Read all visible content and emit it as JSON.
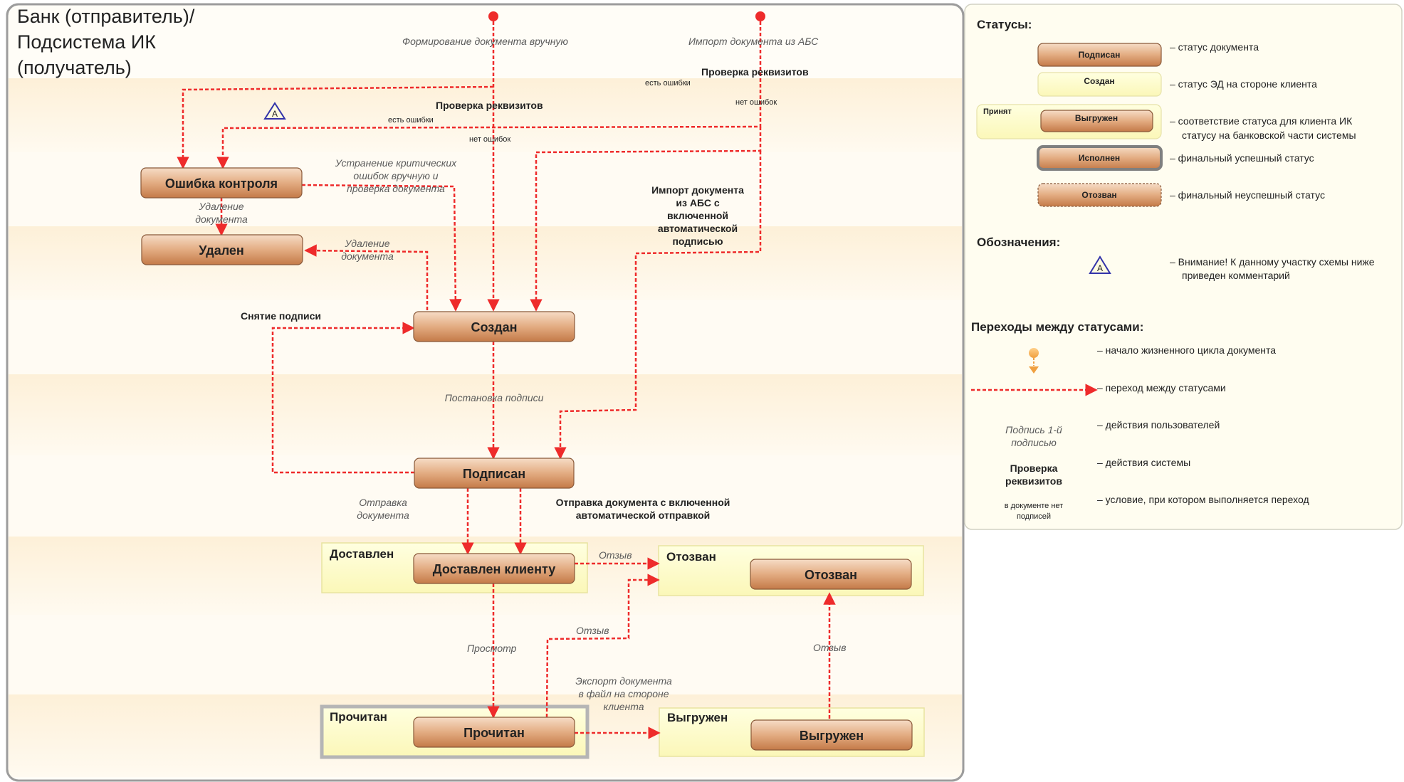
{
  "main": {
    "title_lines": [
      "Банк (отправитель)/",
      "Подсистема ИК",
      "(получатель)"
    ],
    "states": {
      "error": "Ошибка контроля",
      "deleted": "Удален",
      "created": "Создан",
      "signed": "Подписан",
      "delivered_client": "Доставлен клиенту",
      "revoked": "Отозван",
      "read": "Прочитан",
      "exported": "Выгружен"
    },
    "groups": {
      "delivered": "Доставлен",
      "revoked": "Отозван",
      "read": "Прочитан",
      "exported": "Выгружен"
    },
    "labels": {
      "manual_creation": "Формирование  документа вручную",
      "import_abs": "Импорт документа из АБС",
      "check_requisites_1": "Проверка реквизитов",
      "check_requisites_2": "Проверка реквизитов",
      "has_errors_1": "есть ошибки",
      "no_errors_1": "нет  ошибок",
      "has_errors_2": "есть ошибки",
      "no_errors_2": "нет  ошибок",
      "fix_errors": [
        "Устранение критических",
        "ошибок вручную и",
        "проверка документа"
      ],
      "delete_doc_1": [
        "Удаление",
        "документа"
      ],
      "delete_doc_2": [
        "Удаление",
        "документа"
      ],
      "import_auto_sign": [
        "Импорт документа",
        "из АБС с",
        "включенной",
        "автоматической",
        "подписью"
      ],
      "remove_sign": "Снятие подписи",
      "set_sign": "Постановка подписи",
      "send_doc": [
        "Отправка",
        "документа"
      ],
      "send_auto": [
        "Отправка документа с включенной",
        "автоматической отправкой"
      ],
      "recall_1": "Отзыв",
      "recall_2": "Отзыв",
      "recall_3": "Отзыв",
      "view": "Просмотр",
      "export_file": [
        "Экспорт документа",
        "в файл на стороне",
        "клиента"
      ]
    }
  },
  "legend": {
    "statuses_title": "Статусы:",
    "status_rows": [
      {
        "box": "Подписан",
        "desc": [
          "–  статус  документа"
        ]
      },
      {
        "box": "Создан",
        "desc": [
          "–  статус ЭД на стороне клиента"
        ]
      },
      {
        "box": "Выгружен",
        "outer": "Принят",
        "desc": [
          "–  соответствие статуса для клиента ИК",
          "статусу на банковской части системы"
        ]
      },
      {
        "box": "Исполнен",
        "desc": [
          "–  финальный успешный статус"
        ]
      },
      {
        "box": "Отозван",
        "desc": [
          "–  финальный неуспешный статус"
        ]
      }
    ],
    "notation_title": "Обозначения:",
    "warning_symbol": "A",
    "warning_desc": [
      "–  Внимание! К данному участку схемы ниже",
      "приведен комментарий"
    ],
    "transitions_title": "Переходы между статусами:",
    "start_desc": "–  начало жизненного цикла документа",
    "transition_desc": "–  переход между статусами",
    "user_action_sample": [
      "Подпись 1-й",
      "подписью"
    ],
    "user_action_desc": "–  действия пользователей",
    "system_action_sample": [
      "Проверка",
      "реквизитов"
    ],
    "system_action_desc": "–  действия системы",
    "condition_sample": [
      "в документе нет",
      "подписей"
    ],
    "condition_desc": "–  условие, при котором выполняется переход"
  },
  "colors": {
    "arrow": "#ee2b2b",
    "box_fill_light": "#f2cdb0",
    "box_fill_dark": "#d28d5e",
    "group_fill": "#ffffcc",
    "panel_border": "#9c9c9c"
  }
}
